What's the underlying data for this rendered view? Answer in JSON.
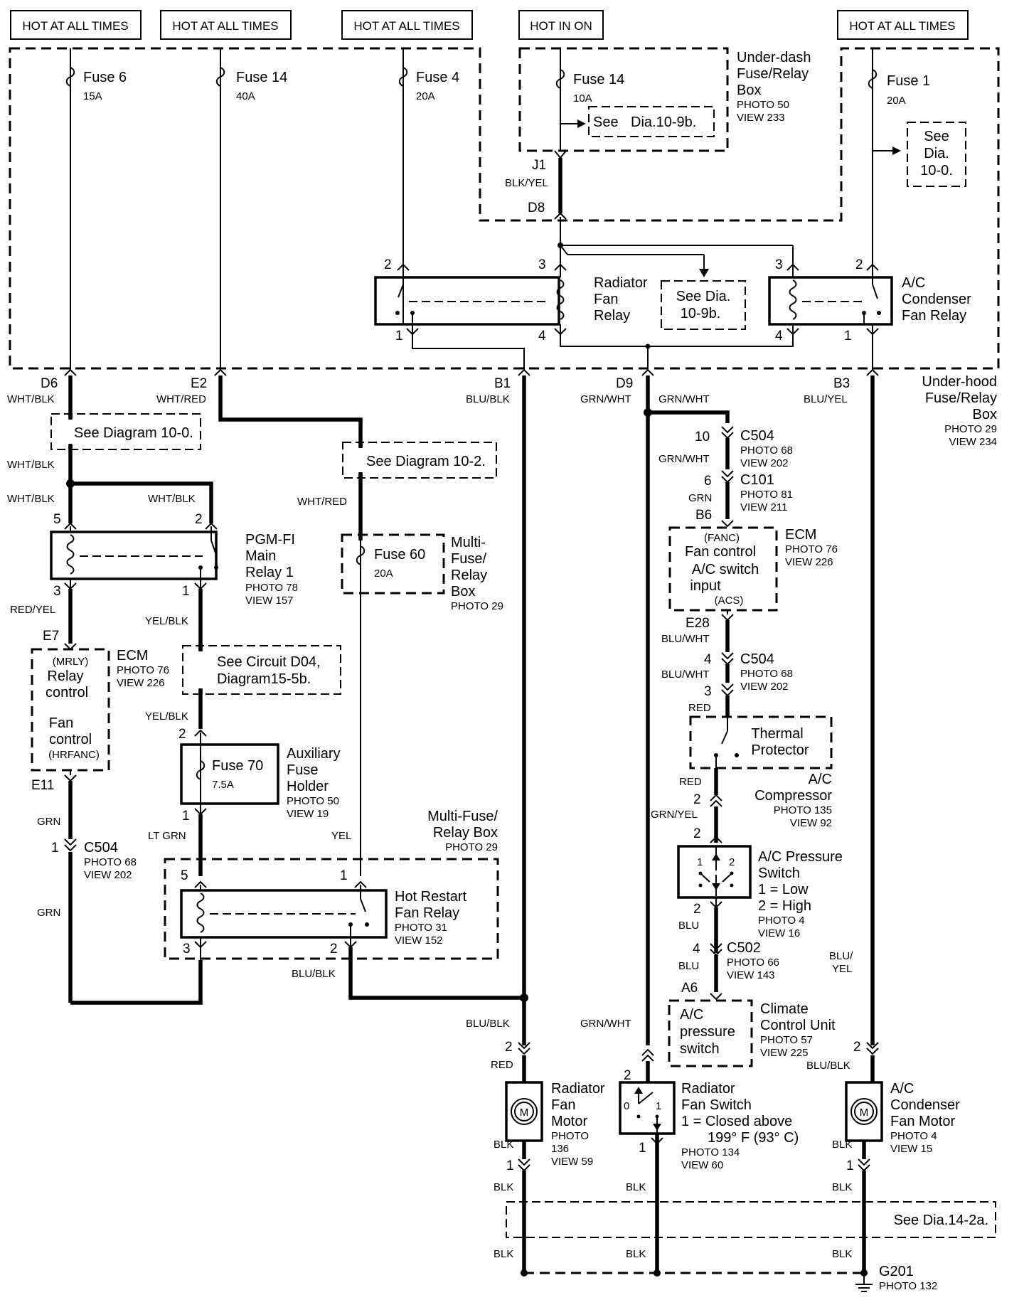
{
  "headers": {
    "h1": "HOT AT ALL TIMES",
    "h2": "HOT AT ALL TIMES",
    "h3": "HOT AT ALL TIMES",
    "h4": "HOT IN ON",
    "h5": "HOT AT ALL TIMES"
  },
  "fuses": {
    "f6_name": "Fuse 6",
    "f6_amp": "15A",
    "f14a_name": "Fuse 14",
    "f14a_amp": "40A",
    "f4_name": "Fuse 4",
    "f4_amp": "20A",
    "f14b_name": "Fuse 14",
    "f14b_amp": "10A",
    "f1_name": "Fuse 1",
    "f1_amp": "20A",
    "f60_name": "Fuse 60",
    "f60_amp": "20A",
    "f70_name": "Fuse 70",
    "f70_amp": "7.5A"
  },
  "underdash": {
    "l1": "Under-dash",
    "l2": "Fuse/Relay",
    "l3": "Box",
    "photo": "PHOTO 50",
    "view": "VIEW 233",
    "see_a": "See",
    "see_b": "Dia.10-9b."
  },
  "see_100_top": {
    "l1": "See",
    "l2": "Dia.",
    "l3": "10-0."
  },
  "conn": {
    "j1": "J1",
    "blk_yel": "BLK/YEL",
    "d8": "D8",
    "d6": "D6",
    "e2": "E2",
    "b1": "B1",
    "d9": "D9",
    "b3": "B3"
  },
  "relays": {
    "rad_l1": "Radiator",
    "rad_l2": "Fan",
    "rad_l3": "Relay",
    "ac_l1": "A/C",
    "ac_l2": "Condenser",
    "ac_l3": "Fan Relay",
    "see_109_a": "See Dia.",
    "see_109_b": "10-9b.",
    "p2a": "2",
    "p3a": "3",
    "p1a": "1",
    "p4a": "4",
    "p3b": "3",
    "p2b": "2",
    "p4b": "4",
    "p1b": "1"
  },
  "underhood": {
    "l1": "Under-hood",
    "l2": "Fuse/Relay",
    "l3": "Box",
    "photo": "PHOTO 29",
    "view": "VIEW 234"
  },
  "wires": {
    "wht_blk": "WHT/BLK",
    "wht_red": "WHT/RED",
    "blu_blk": "BLU/BLK",
    "grn_wht": "GRN/WHT",
    "blu_yel": "BLU/YEL",
    "red_yel": "RED/YEL",
    "yel_blk": "YEL/BLK",
    "grn": "GRN",
    "lt_grn": "LT GRN",
    "yel": "YEL",
    "blu_wht": "BLU/WHT",
    "red": "RED",
    "grn_yel": "GRN/YEL",
    "blu": "BLU",
    "blk": "BLK",
    "blu_yel_split_a": "BLU/",
    "blu_yel_split_b": "YEL"
  },
  "left": {
    "see_100": "See Diagram 10-0.",
    "see_102": "See Diagram 10-2.",
    "pgm_l1": "PGM-FI",
    "pgm_l2": "Main",
    "pgm_l3": "Relay 1",
    "pgm_photo": "PHOTO 78",
    "pgm_view": "VIEW 157",
    "p5": "5",
    "p2": "2",
    "p3": "3",
    "p1": "1",
    "e7": "E7",
    "e11": "E11",
    "ecm": "ECM",
    "ecm_photo": "PHOTO 76",
    "ecm_view": "VIEW 226",
    "mrly": "(MRLY)",
    "relay": "Relay",
    "control": "control",
    "fan": "Fan",
    "fan_control": "control",
    "hrfanc": "(HRFANC)",
    "see_d04_a": "See Circuit D04,",
    "see_d04_b": "Diagram15-5b.",
    "mf_l1": "Multi-",
    "mf_l2": "Fuse/",
    "mf_l3": "Relay",
    "mf_l4": "Box",
    "mf_photo": "PHOTO 29",
    "aux_l1": "Auxiliary",
    "aux_l2": "Fuse",
    "aux_l3": "Holder",
    "aux_photo": "PHOTO 50",
    "aux_view": "VIEW 19",
    "aux_p2": "2",
    "aux_p1": "1",
    "c504_pin": "1",
    "c504": "C504",
    "c504_photo": "PHOTO 68",
    "c504_view": "VIEW 202",
    "mfr_l1": "Multi-Fuse/",
    "mfr_l2": "Relay Box",
    "mfr_photo": "PHOTO 29",
    "hr_l1": "Hot Restart",
    "hr_l2": "Fan Relay",
    "hr_photo": "PHOTO 31",
    "hr_view": "VIEW 152",
    "hr_p5": "5",
    "hr_p1": "1",
    "hr_p3": "3",
    "hr_p2": "2"
  },
  "right": {
    "c504a_pin": "10",
    "c504a": "C504",
    "c504a_photo": "PHOTO 68",
    "c504a_view": "VIEW 202",
    "c101_pin": "6",
    "c101": "C101",
    "c101_photo": "PHOTO 81",
    "c101_view": "VIEW 211",
    "b6": "B6",
    "fanc": "(FANC)",
    "ecm_l1": "Fan control",
    "ecm_l2": "A/C switch",
    "ecm_l3": "input",
    "acs": "(ACS)",
    "ecm": "ECM",
    "ecm_photo": "PHOTO 76",
    "ecm_view": "VIEW 226",
    "e28": "E28",
    "c504b_pin4": "4",
    "c504b": "C504",
    "c504b_photo": "PHOTO 68",
    "c504b_view": "VIEW 202",
    "c504b_pin3": "3",
    "tp_l1": "Thermal",
    "tp_l2": "Protector",
    "ac_comp_l1": "A/C",
    "ac_comp_l2": "Compressor",
    "ac_comp_photo": "PHOTO 135",
    "ac_comp_view": "VIEW 92",
    "comp_pin2": "2",
    "ps_pin2a": "2",
    "ps_l1": "A/C Pressure",
    "ps_l2": "Switch",
    "ps_l3": "1 = Low",
    "ps_l4": "2 = High",
    "ps_photo": "PHOTO 4",
    "ps_view": "VIEW 16",
    "ps_in1": "1",
    "ps_in2": "2",
    "ps_pin2b": "2",
    "c502_pin": "4",
    "c502": "C502",
    "c502_photo": "PHOTO 66",
    "c502_view": "VIEW 143",
    "a6": "A6",
    "ccu_in1": "A/C",
    "ccu_in2": "pressure",
    "ccu_in3": "switch",
    "ccu_l1": "Climate",
    "ccu_l2": "Control Unit",
    "ccu_photo": "PHOTO 57",
    "ccu_view": "VIEW 225"
  },
  "bottom": {
    "rfm_pin2": "2",
    "rfm_l1": "Radiator",
    "rfm_l2": "Fan",
    "rfm_l3": "Motor",
    "rfm_photo1": "PHOTO",
    "rfm_photo2": "136",
    "rfm_view": "VIEW 59",
    "rfm_pin1": "1",
    "rfs_pin2": "2",
    "rfs_l1": "Radiator",
    "rfs_l2": "Fan Switch",
    "rfs_l3": "1 = Closed above",
    "rfs_l4": "199° F (93° C)",
    "rfs_photo": "PHOTO 134",
    "rfs_view": "VIEW 60",
    "rfs_pin1": "1",
    "rfs_in0": "0",
    "rfs_in1": "1",
    "acm_pin2": "2",
    "acm_l1": "A/C",
    "acm_l2": "Condenser",
    "acm_l3": "Fan Motor",
    "acm_photo": "PHOTO 4",
    "acm_view": "VIEW 15",
    "acm_pin1": "1",
    "motor_m": "M",
    "see_142": "See Dia.14-2a.",
    "g201": "G201",
    "g201_photo": "PHOTO 132"
  }
}
